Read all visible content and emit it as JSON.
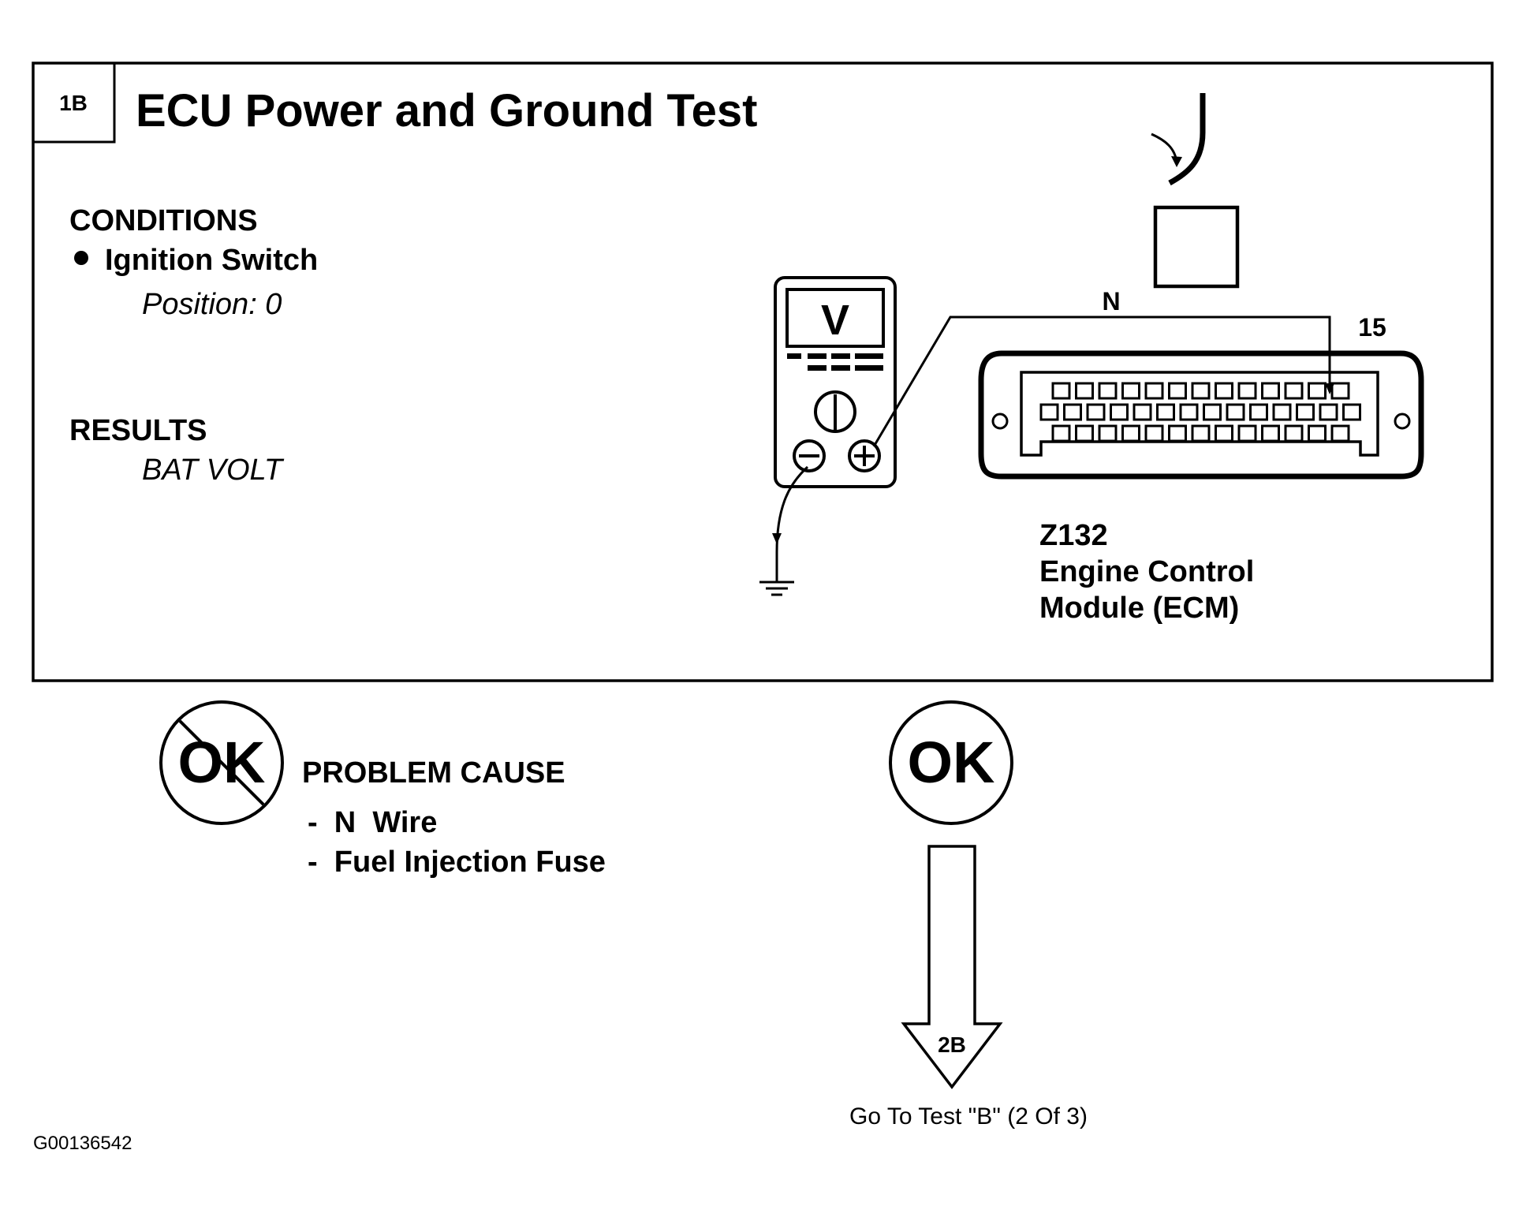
{
  "test": {
    "id": "1B",
    "title": "ECU Power and Ground Test"
  },
  "conditions": {
    "heading": "CONDITIONS",
    "item": "Ignition Switch",
    "detail": "Position: 0"
  },
  "results": {
    "heading": "RESULTS",
    "value": "BAT VOLT"
  },
  "meter": {
    "display": "V"
  },
  "wiring": {
    "wire_label": "N",
    "pin_label": "15"
  },
  "module": {
    "code": "Z132",
    "name_line1": "Engine Control",
    "name_line2": "Module (ECM)"
  },
  "outcome_not_ok": {
    "symbol": "OK",
    "heading": "PROBLEM CAUSE",
    "causes": [
      "-  N  Wire",
      "-  Fuel Injection Fuse"
    ]
  },
  "outcome_ok": {
    "symbol": "OK",
    "next_test_code": "2B",
    "next_test_label": "Go To Test \"B\" (2 Of 3)"
  },
  "figure_id": "G00136542"
}
